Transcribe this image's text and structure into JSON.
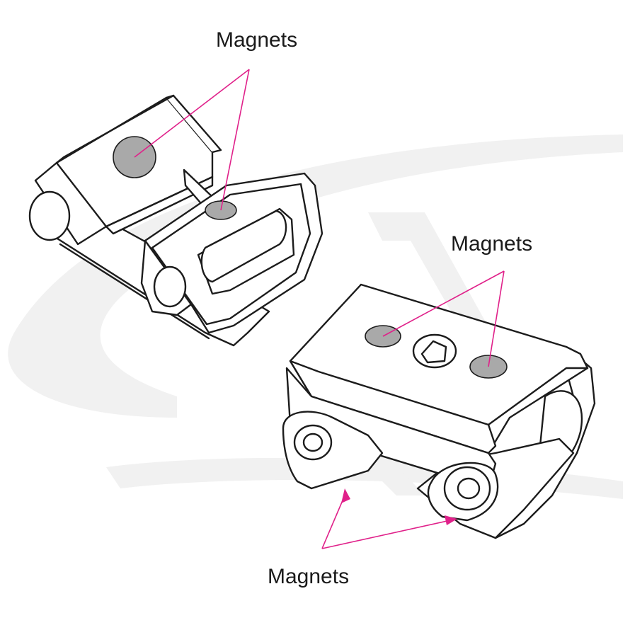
{
  "colors": {
    "background": "#ffffff",
    "watermark": "#f1f1f1",
    "outline": "#1c1c1c",
    "magnet_fill": "#a9a9a9",
    "leader": "#e0218a"
  },
  "labels": {
    "top": "Magnets",
    "right": "Magnets",
    "bottom": "Magnets"
  }
}
